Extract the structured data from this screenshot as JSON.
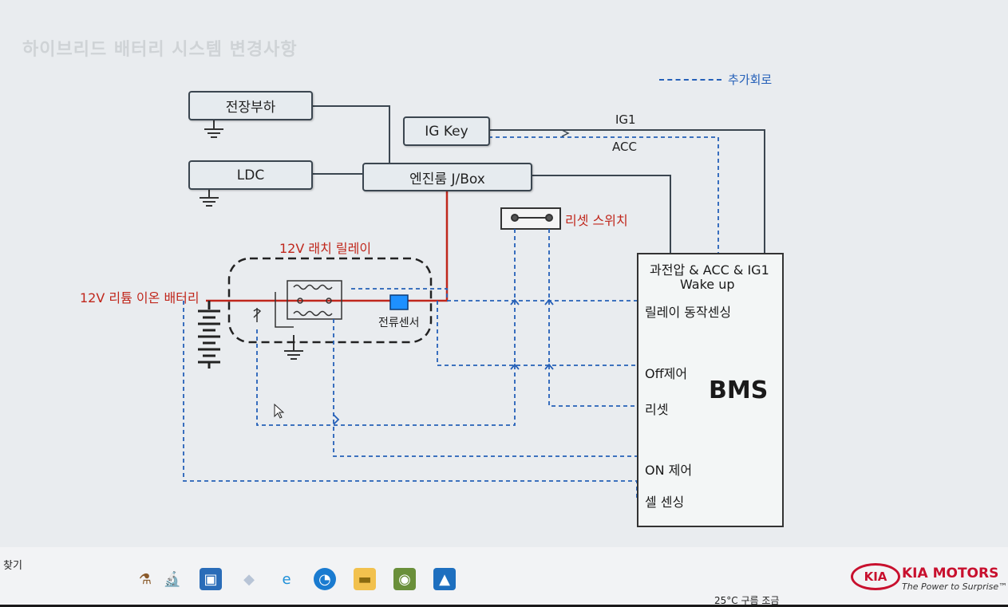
{
  "slide": {
    "title": "하이브리드 배터리 시스템 변경사항",
    "legend_label": "추가회로",
    "boxes": {
      "load": "전장부하",
      "ldc": "LDC",
      "ig_key": "IG Key",
      "jbox": "엔진룸 J/Box"
    },
    "labels": {
      "ig1": "IG1",
      "acc": "ACC",
      "reset_switch": "리셋 스위치",
      "latch_relay": "12V 래치 릴레이",
      "battery": "12V 리튬 이온 배터리",
      "current_sensor": "전류센서"
    },
    "bms": {
      "title": "BMS",
      "wake": "과전압 & ACC & IG1",
      "wake2": "Wake up",
      "relay_sense": "릴레이 동작센싱",
      "off_ctrl": "Off제어",
      "reset": "리셋",
      "on_ctrl": "ON 제어",
      "cell_sense": "셀 센싱"
    },
    "colors": {
      "power_line": "#c0271c",
      "added_circuit": "#2560b8",
      "wire": "#3b4650"
    }
  },
  "taskbar": {
    "search_label": "찾기",
    "weather": "25°C 구름 조금",
    "icons": [
      "lab-icon",
      "app-icon",
      "dropbox-icon",
      "ie-icon",
      "edge-icon",
      "folder-icon",
      "evernote-icon",
      "photos-icon"
    ]
  },
  "brand": {
    "logo": "KIA",
    "name": "KIA MOTORS",
    "slogan": "The Power to Surprise™"
  }
}
